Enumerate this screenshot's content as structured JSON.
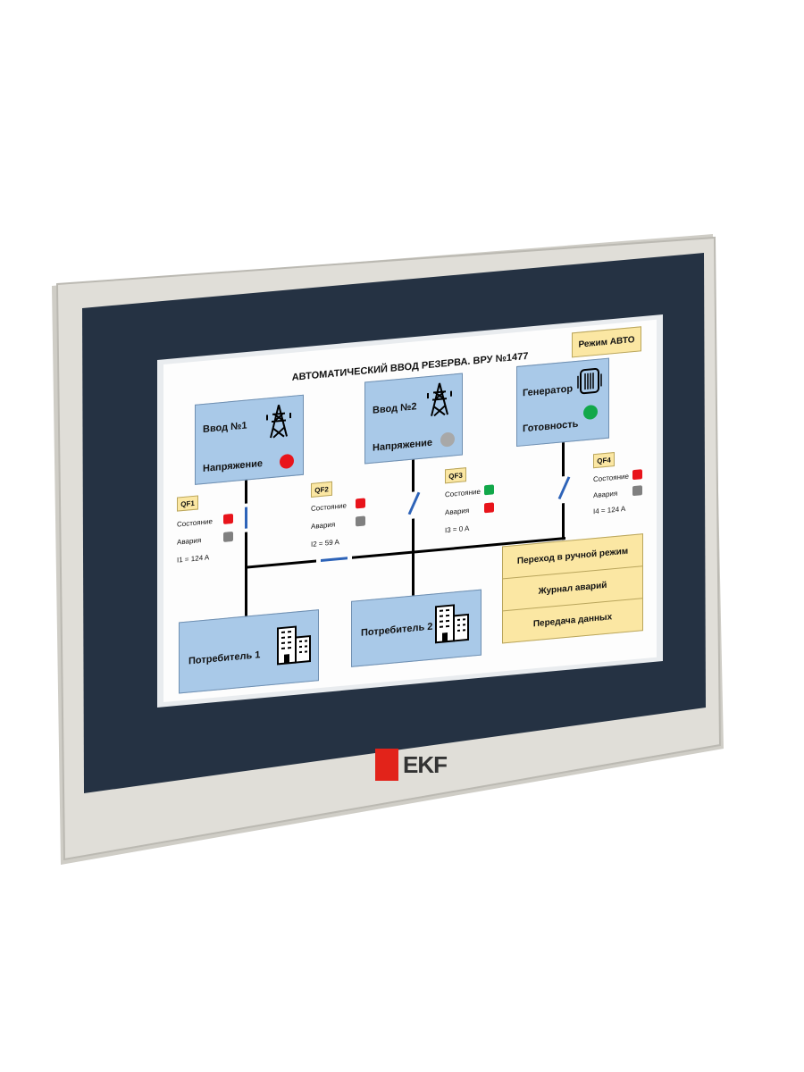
{
  "screen": {
    "title": "АВТОМАТИЧЕСКИЙ ВВОД РЕЗЕРВА. ВРУ №1477",
    "mode_label": "Режим АВТО",
    "sources": [
      {
        "name": "Ввод №1",
        "status_label": "Напряжение",
        "status_color": "#e8141b",
        "icon": "power-pylon-icon"
      },
      {
        "name": "Ввод №2",
        "status_label": "Напряжение",
        "status_color": "#a8a8a8",
        "icon": "power-pylon-icon"
      },
      {
        "name": "Генератор",
        "status_label": "Готовность",
        "status_color": "#12a84a",
        "icon": "generator-icon"
      }
    ],
    "breakers": [
      {
        "name": "QF1",
        "state_label": "Состояние",
        "state_color": "#e8141b",
        "alarm_label": "Авария",
        "alarm_color": "#808080",
        "current": "I1 = 124 A"
      },
      {
        "name": "QF2",
        "state_label": "Состояние",
        "state_color": "#e8141b",
        "alarm_label": "Авария",
        "alarm_color": "#808080",
        "current": "I2 = 59 A"
      },
      {
        "name": "QF3",
        "state_label": "Состояние",
        "state_color": "#12a84a",
        "alarm_label": "Авария",
        "alarm_color": "#e8141b",
        "current": "I3 = 0 A"
      },
      {
        "name": "QF4",
        "state_label": "Состояние",
        "state_color": "#e8141b",
        "alarm_label": "Авария",
        "alarm_color": "#808080",
        "current": "I4 = 124 A"
      }
    ],
    "consumers": [
      {
        "name": "Потребитель 1",
        "icon": "building-icon"
      },
      {
        "name": "Потребитель 2",
        "icon": "building-icon"
      }
    ],
    "menu": [
      "Переход в ручной режим",
      "Журнал аварий",
      "Передача данных"
    ]
  },
  "brand": {
    "logo_text": "EKF",
    "color": "#e2231a"
  },
  "colors": {
    "bezel": "#dcdad3",
    "frame": "#253243",
    "panel_blue": "#a9c9e8",
    "panel_yellow": "#fbe7a3"
  }
}
